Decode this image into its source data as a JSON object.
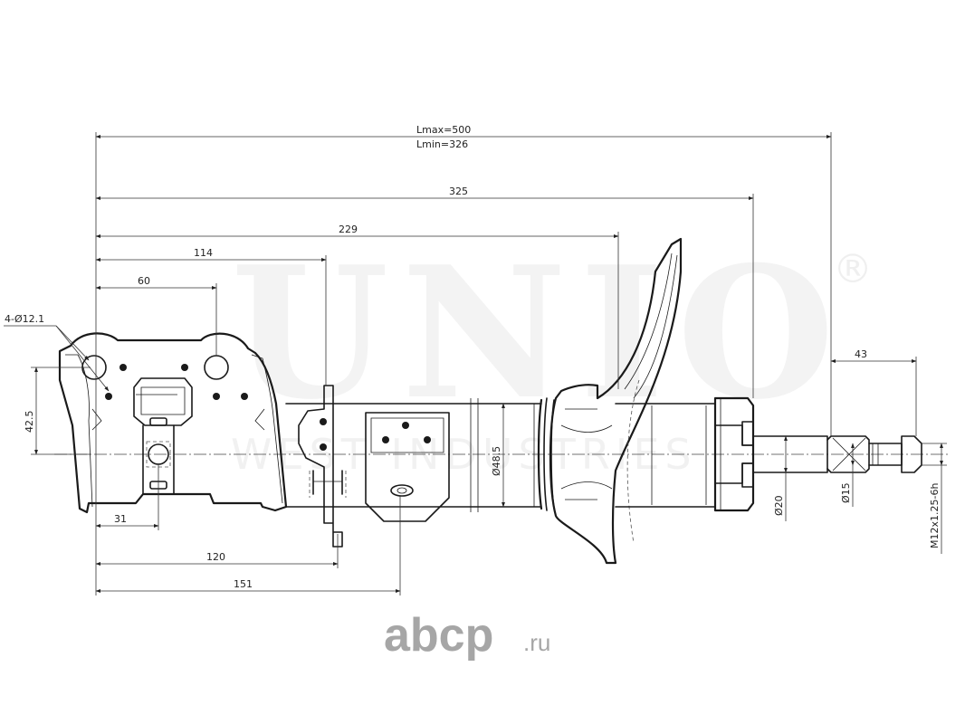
{
  "watermark": {
    "brand": "UNIO",
    "registered": "®",
    "tagline": "WEST INDUSTRIES"
  },
  "logo": {
    "name": "abcp",
    "tld": ".ru"
  },
  "dimensions": {
    "lmax": "Lmax=500",
    "lmin": "Lmin=326",
    "d325": "325",
    "d229": "229",
    "d114": "114",
    "d60": "60",
    "holes": "4-Ø12.1",
    "d42_5": "42.5",
    "d31": "31",
    "d120": "120",
    "d151": "151",
    "d43": "43",
    "dia48_5": "Ø48.5",
    "dia20": "Ø20",
    "dia15": "Ø15",
    "thread": "M12x1.25-6h"
  }
}
